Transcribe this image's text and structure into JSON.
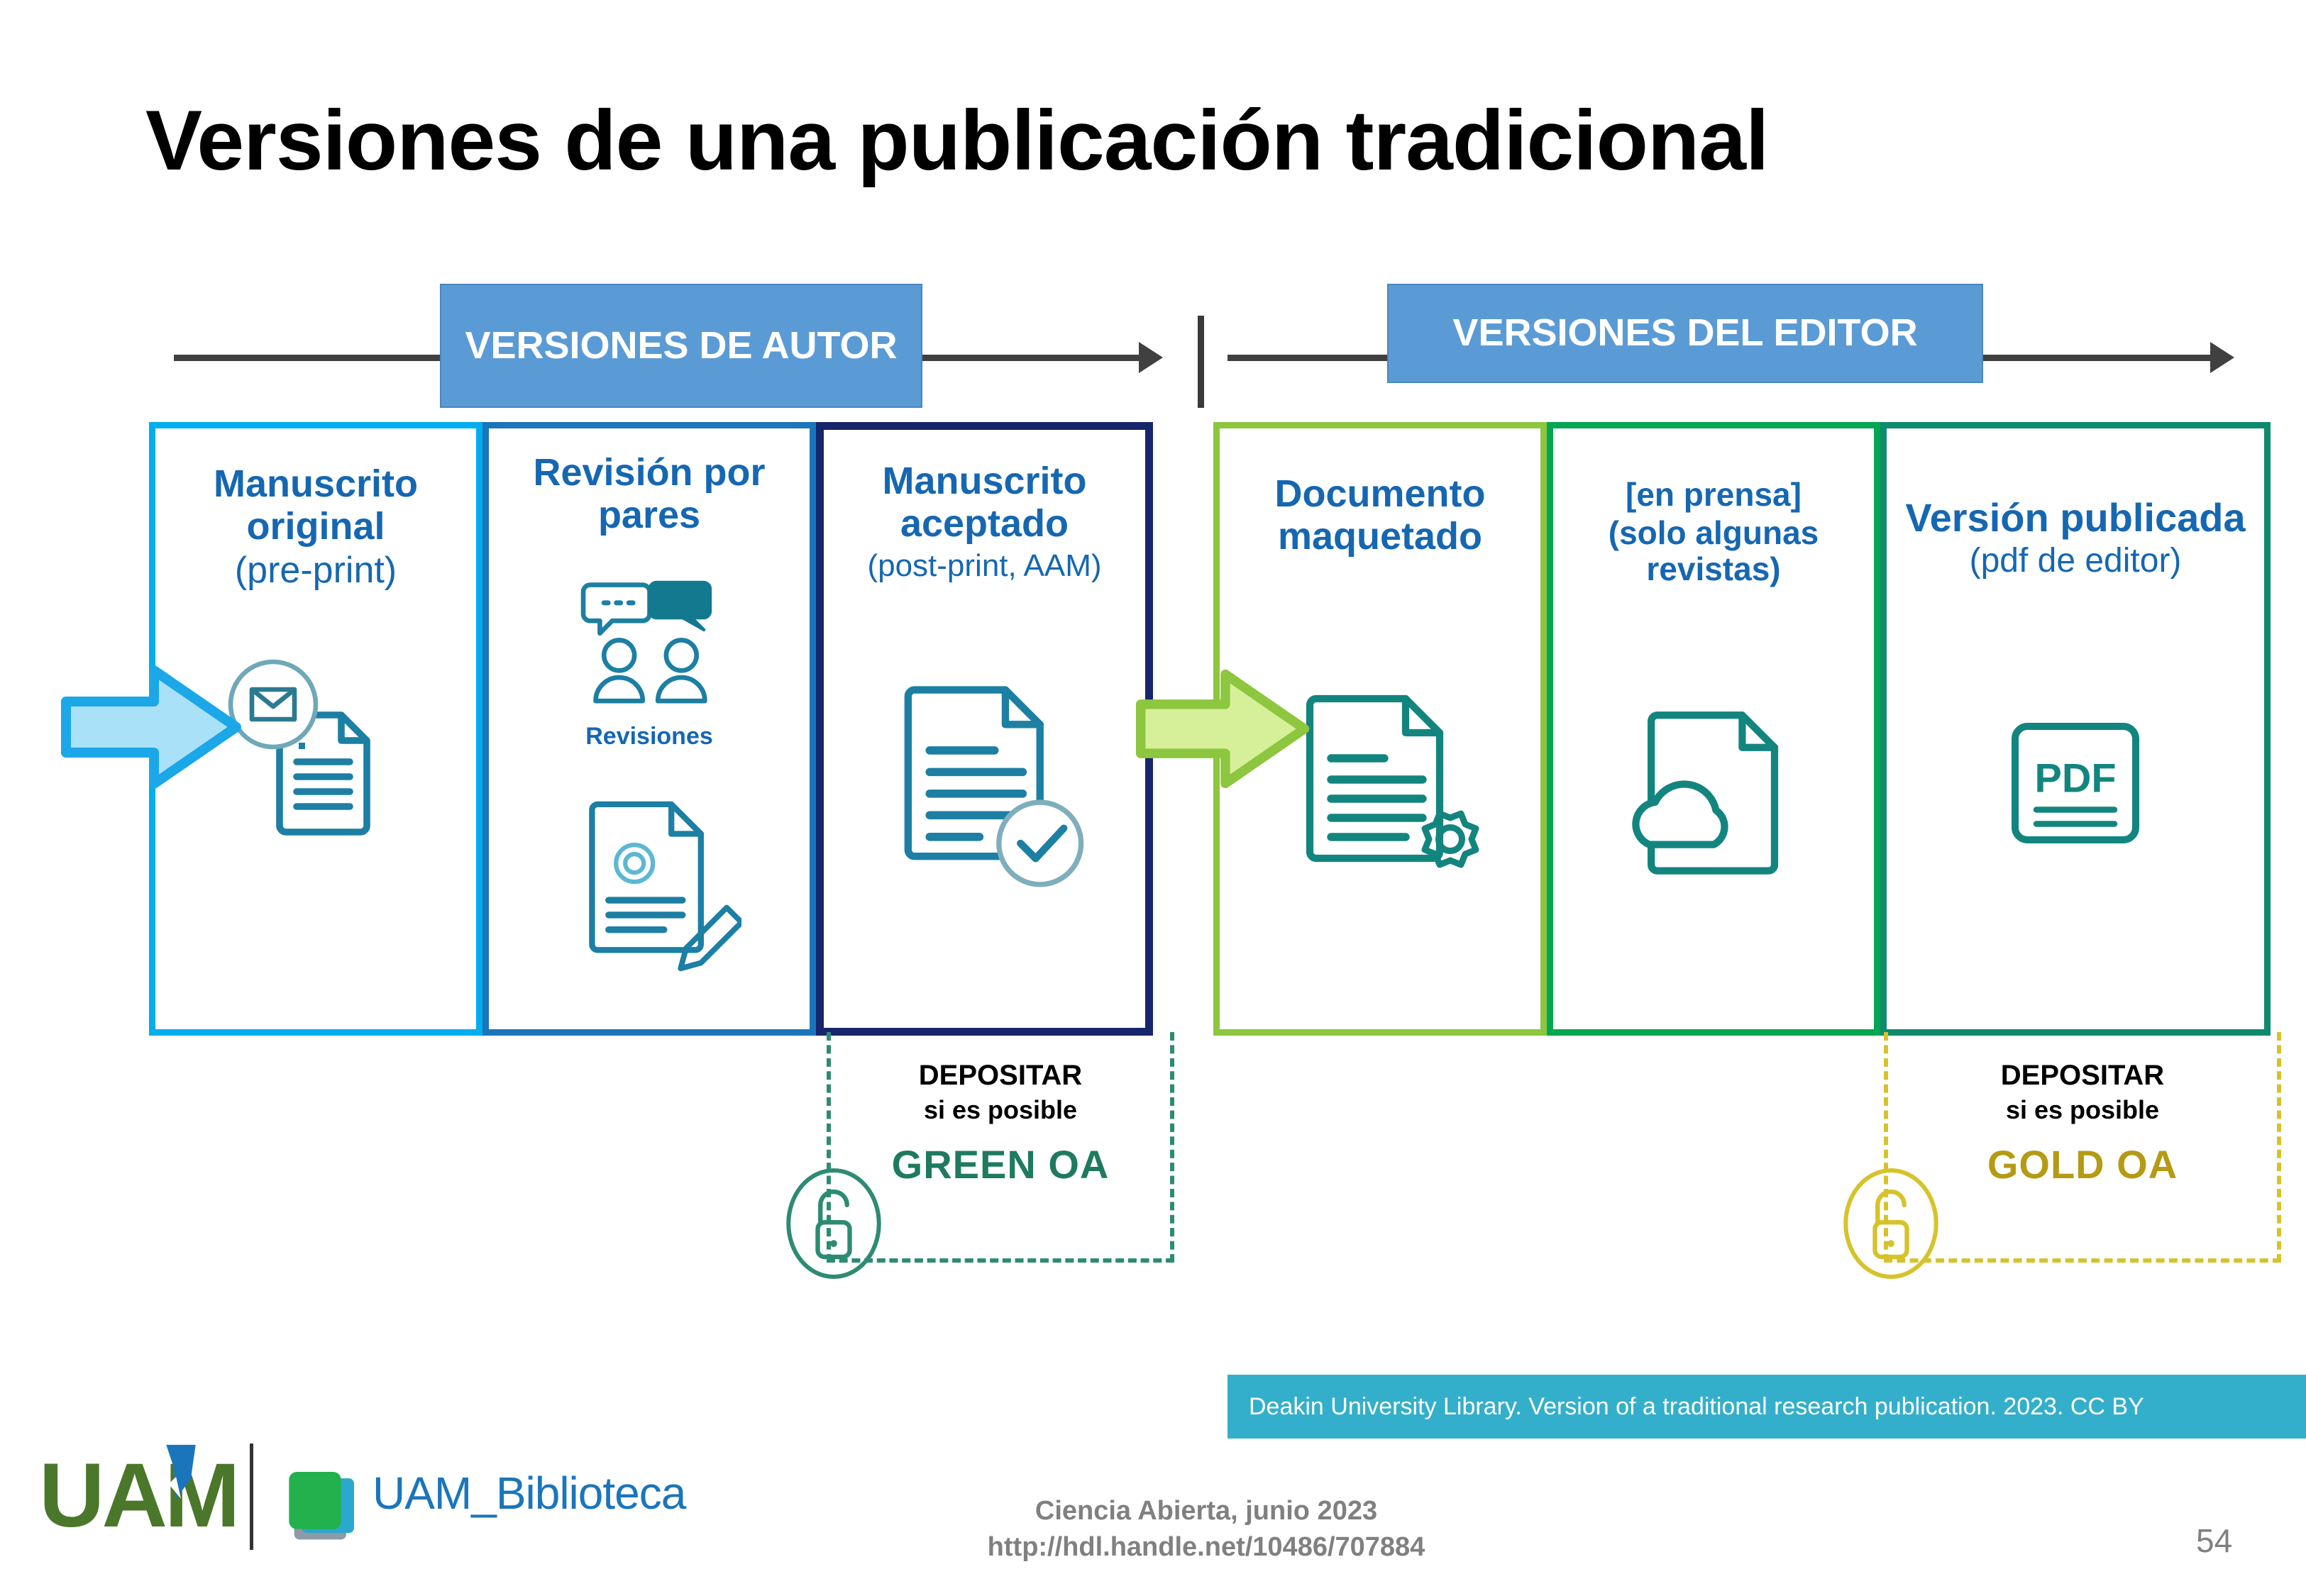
{
  "slide": {
    "title": "Versiones de una publicación tradicional",
    "page_number": "54"
  },
  "sections": {
    "author_banner": "VERSIONES DE AUTOR",
    "editor_banner": "VERSIONES DEL EDITOR"
  },
  "stages": [
    {
      "id": "preprint",
      "title": "Manuscrito original",
      "subtitle": "(pre-print)",
      "caption": "",
      "icon": "document-with-envelope-icon",
      "border_color": "#00AEEF"
    },
    {
      "id": "peer-review",
      "title": "Revisión por pares",
      "subtitle": "",
      "caption": "Revisiones",
      "icon": "two-people-speech-bubbles-icon",
      "border_color": "#1B75BB"
    },
    {
      "id": "accepted",
      "title": "Manuscrito aceptado",
      "subtitle": "(post-print, AAM)",
      "caption": "",
      "icon": "document-with-check-icon",
      "border_color": "#17256B"
    },
    {
      "id": "layout",
      "title": "Documento maquetado",
      "subtitle": "",
      "caption": "",
      "icon": "document-with-gear-icon",
      "border_color": "#8DC63F"
    },
    {
      "id": "in-press",
      "title": "[en prensa]",
      "subtitle": "(solo algunas revistas)",
      "caption": "",
      "icon": "document-with-cloud-icon",
      "border_color": "#00A651"
    },
    {
      "id": "published",
      "title": "Versión publicada",
      "subtitle": "(pdf de editor)",
      "caption": "",
      "icon": "pdf-file-icon",
      "border_color": "#0E8A6E"
    }
  ],
  "oa": {
    "green": {
      "deposit": "DEPOSITAR",
      "sub": "si es posible",
      "label": "GREEN OA",
      "color": "#2E8B73"
    },
    "gold": {
      "deposit": "DEPOSITAR",
      "sub": "si es posible",
      "label": "GOLD OA",
      "color": "#D6C32B"
    }
  },
  "attribution": "Deakin University Library. Version of a traditional research publication. 2023. CC BY",
  "footer": {
    "line1": "Ciencia Abierta, junio 2023",
    "line2": "http://hdl.handle.net/10486/707884",
    "logo_uam": "UAM",
    "logo_biblioteca": "UAM_Biblioteca"
  }
}
